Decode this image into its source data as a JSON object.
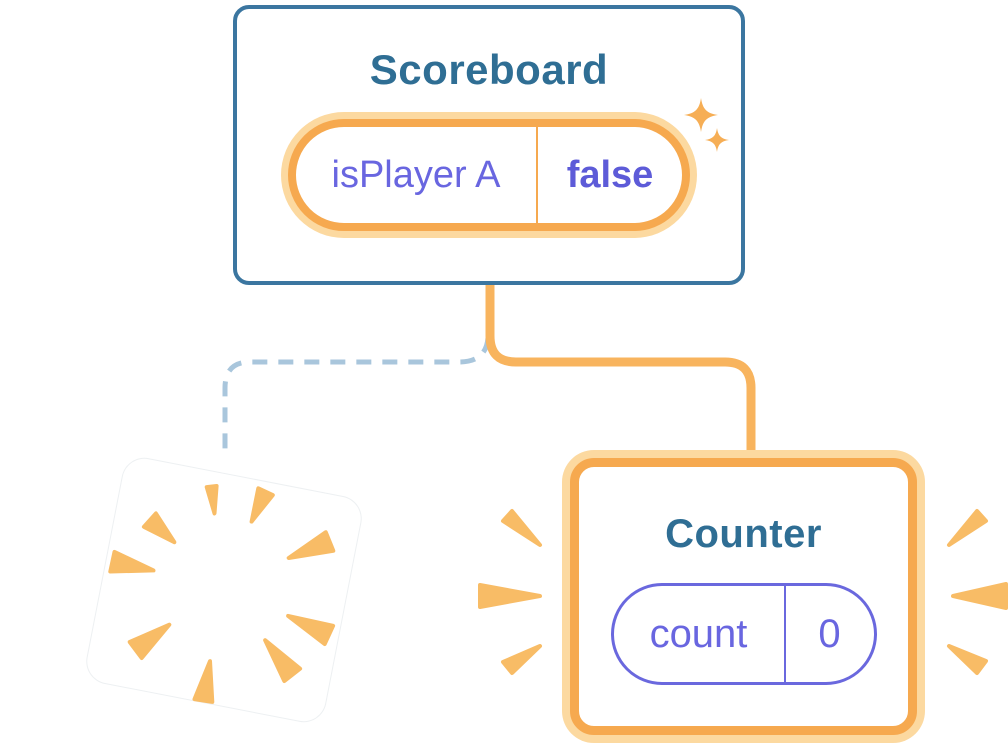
{
  "scoreboard": {
    "title": "Scoreboard",
    "state": {
      "name": "isPlayer A",
      "value": "false"
    }
  },
  "counter": {
    "title": "Counter",
    "state": {
      "name": "count",
      "value": "0"
    }
  },
  "connectors": {
    "kept_branch_style": "solid",
    "removed_branch_style": "dashed"
  },
  "icons": [
    "sparkle-icon",
    "poof-burst-icon",
    "attention-marks-icon"
  ],
  "colors": {
    "card_border_blue": "#3B76A0",
    "title_teal": "#2F6E94",
    "state_purple": "#6966E0",
    "state_value_purple": "#5D5BD8",
    "pill_border_orange": "#F6A94F",
    "pill_glow_cream": "#FCD9A0",
    "connector_orange": "#F8B45E",
    "connector_dashed_blue": "#A9C6DC",
    "burst_orange": "#F8BC66",
    "sparkle_orange": "#F6AE55",
    "card_background": "#FFFFFF"
  }
}
